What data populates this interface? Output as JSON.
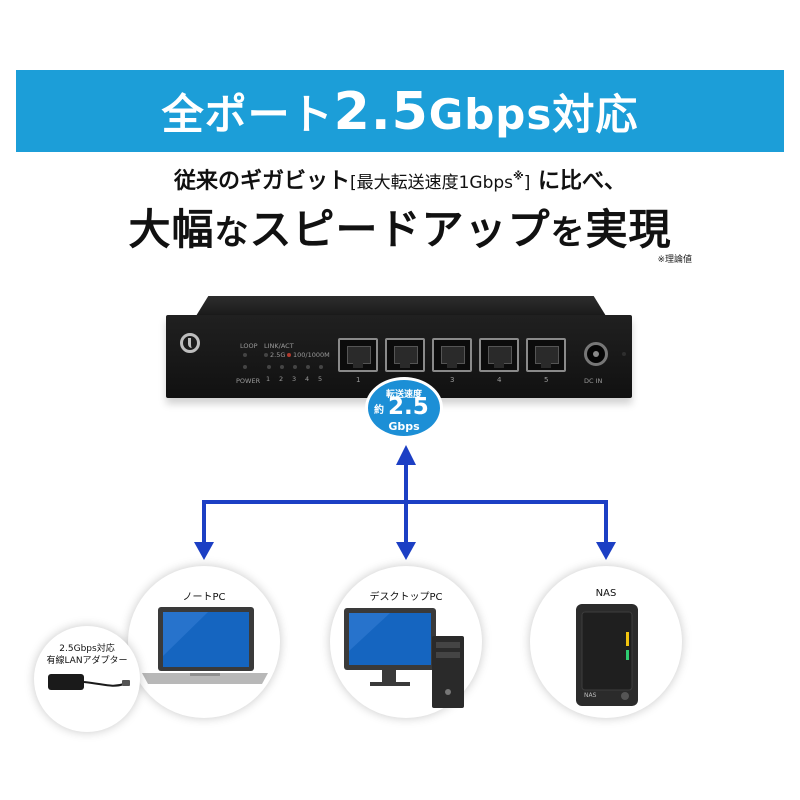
{
  "banner": {
    "title_prefix": "全ポート",
    "title_speed": "2.5",
    "title_suffix": "Gbps対応"
  },
  "subline": {
    "lead": "従来のギガビット",
    "bracket": "[最大転送速度1Gbps",
    "note_mark": "※",
    "bracket_close": "]",
    "tail": " に比べ、"
  },
  "headline": {
    "part1": "大幅",
    "part2": "な",
    "part3": "スピードアップ",
    "part4": "を",
    "part5": "実現"
  },
  "footnote": "※理論値",
  "switch": {
    "loop_label": "LOOP",
    "link_act_label": "LINK/ACT",
    "led_25g_label": "2.5G",
    "led_100_label": "100/1000M",
    "power_label": "POWER",
    "led_numbers": [
      "1",
      "2",
      "3",
      "4",
      "5"
    ],
    "port_numbers": [
      "1",
      "2",
      "3",
      "4",
      "5"
    ],
    "dcin_label": "DC IN"
  },
  "badge": {
    "line1": "転送速度",
    "approx": "約",
    "speed": "2.5",
    "unit": "Gbps"
  },
  "devices": {
    "laptop": "ノートPC",
    "desktop": "デスクトップPC",
    "nas": "NAS",
    "nas_tag": "NAS"
  },
  "adapter": {
    "line1": "2.5Gbps対応",
    "line2": "有線LANアダプター"
  },
  "colors": {
    "accent": "#1c9ed8",
    "arrow": "#1c3fc4",
    "switch_body": "#1a1a1a",
    "screen_blue": "#1565c0"
  }
}
